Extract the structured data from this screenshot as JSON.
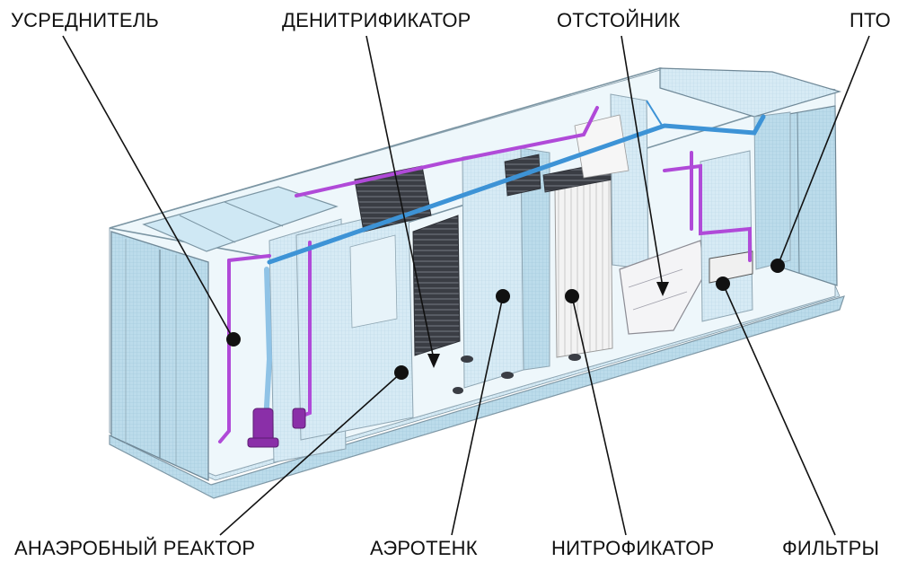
{
  "labels": {
    "usrednitel": "УСРЕДНИТЕЛЬ",
    "denitrifikator": "ДЕНИТРИФИКАТОР",
    "otstoynik": "ОТСТОЙНИК",
    "pto": "ПТО",
    "anaerob": "АНАЭРОБНЫЙ РЕАКТОР",
    "aerotenk": "АЭРОТЕНК",
    "nitrifikator": "НИТРОФИКАТОР",
    "filtry": "ФИЛЬТРЫ"
  },
  "colors": {
    "glass": "#cfe6f2",
    "glass_dark": "#a9cfe3",
    "frame": "#8fa6b3",
    "pipe_violet": "#b04ad8",
    "pipe_blue": "#3d93d6",
    "pump": "#8a2fa8",
    "media_dark": "#3a3d44",
    "media_white": "#f1f1f1",
    "leader": "#111111"
  }
}
